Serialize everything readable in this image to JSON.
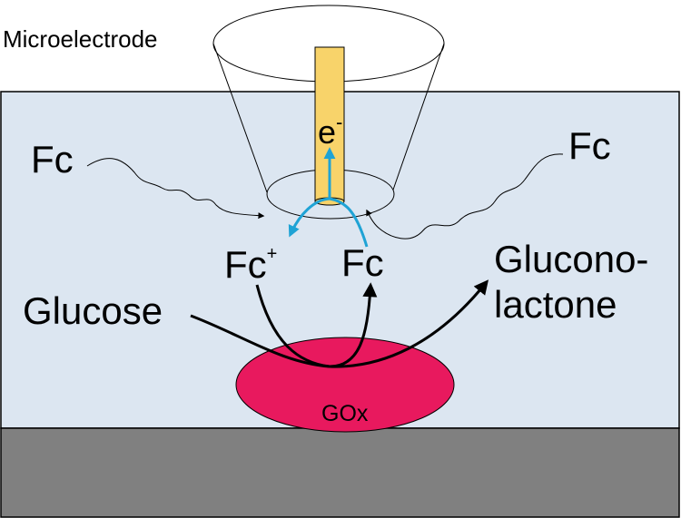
{
  "labels": {
    "microelectrode": "Microelectrode",
    "electron": "e",
    "electron_sup": "-",
    "fc_left": "Fc",
    "fc_right": "Fc",
    "fc_plus": "Fc",
    "fc_plus_sup": "+",
    "fc_center": "Fc",
    "glucose": "Glucose",
    "gluconolactone_line1": "Glucono-",
    "gluconolactone_line2": "lactone",
    "gox": "GOx"
  },
  "colors": {
    "solution": "#dce6f1",
    "substrate": "#808080",
    "electrode_gold": "#f8d36a",
    "enzyme": "#e8195e",
    "arrow_blue": "#1fa3d5",
    "outline": "#000000"
  }
}
